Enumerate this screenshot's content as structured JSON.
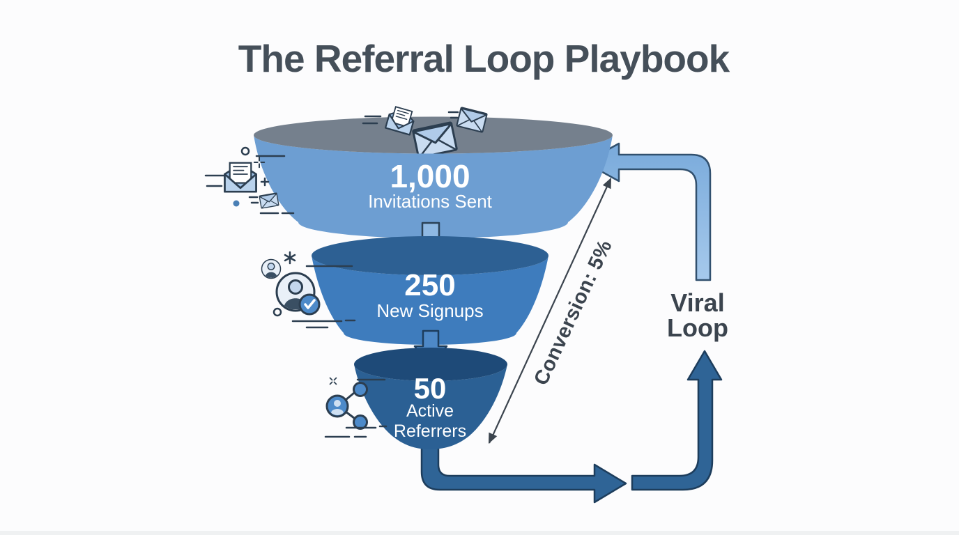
{
  "title": "The Referral Loop Playbook",
  "funnel": {
    "stages": [
      {
        "value": "1,000",
        "label": "Invitations Sent",
        "color": "#6d9ed2",
        "top_color": "#75808d"
      },
      {
        "value": "250",
        "label": "New Signups",
        "color": "#3e7cbd",
        "top_color": "#2d6093"
      },
      {
        "value": "50",
        "label": "Active Referrers",
        "color": "#2b6094",
        "top_color": "#1e4a78"
      }
    ],
    "connectors": {
      "arrow1_color": "#8fb9e3",
      "arrow2_color": "#4e89c7"
    }
  },
  "loop": {
    "label": "Viral Loop",
    "conversion_label": "Conversion: 5%",
    "dark_arrow_color": "#2f6496",
    "light_arrow_color": "#8ab5e2"
  },
  "icons": [
    "envelope-open-icon",
    "envelope-icon",
    "user-icon",
    "user-check-icon",
    "share-referral-icon",
    "sparkle-plus-icon",
    "sparkle-x-icon",
    "asterisk-icon"
  ],
  "colors": {
    "background": "#fcfcfd",
    "title_text": "#454f59",
    "annotation_text": "#3b444e",
    "stage_text": "#ffffff",
    "outline": "#2c3e50"
  }
}
